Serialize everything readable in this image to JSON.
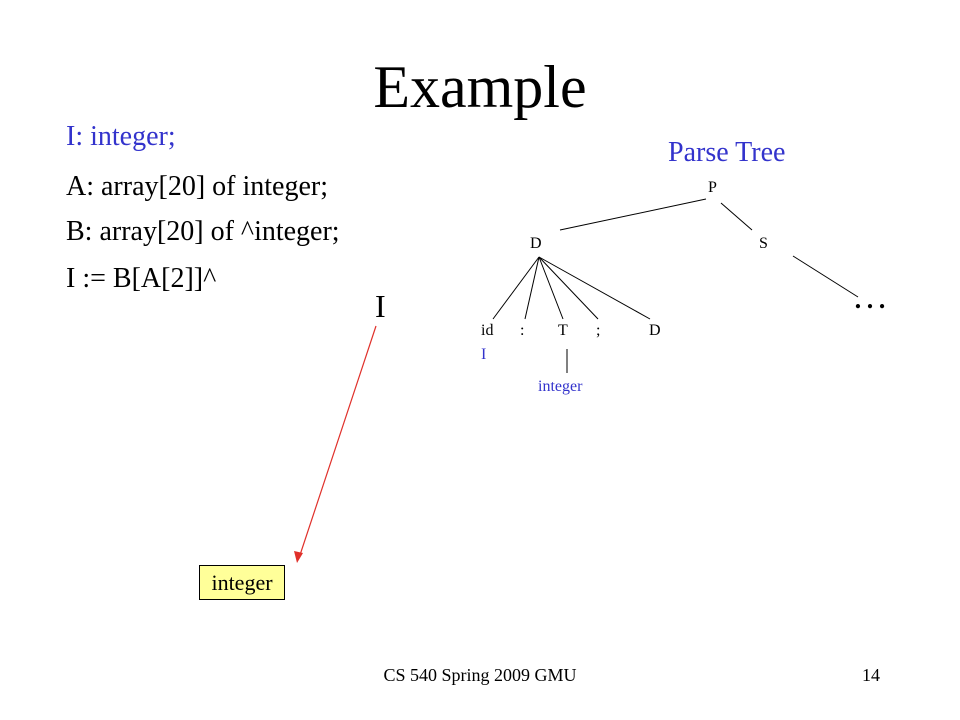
{
  "slide": {
    "title": "Example",
    "code_lines": [
      "I: integer;",
      "A: array[20] of integer;",
      "B: array[20] of ^integer;",
      "I := B[A[2]]^"
    ],
    "variable_label": "I",
    "type_box": "integer",
    "colors": {
      "accent": "#3333cc",
      "arrow": "#e0302a",
      "type_box_fill": "#ffff99"
    }
  },
  "parse_tree": {
    "title": "Parse Tree",
    "nodes": {
      "P": "P",
      "D": "D",
      "S": "S",
      "id": "id",
      "colon": ":",
      "T": "T",
      "semicolon": ";",
      "D2": "D",
      "id_value": "I",
      "T_value": "integer",
      "ellipsis": "…"
    }
  },
  "footer": {
    "course": "CS 540 Spring 2009 GMU",
    "page_number": "14"
  }
}
